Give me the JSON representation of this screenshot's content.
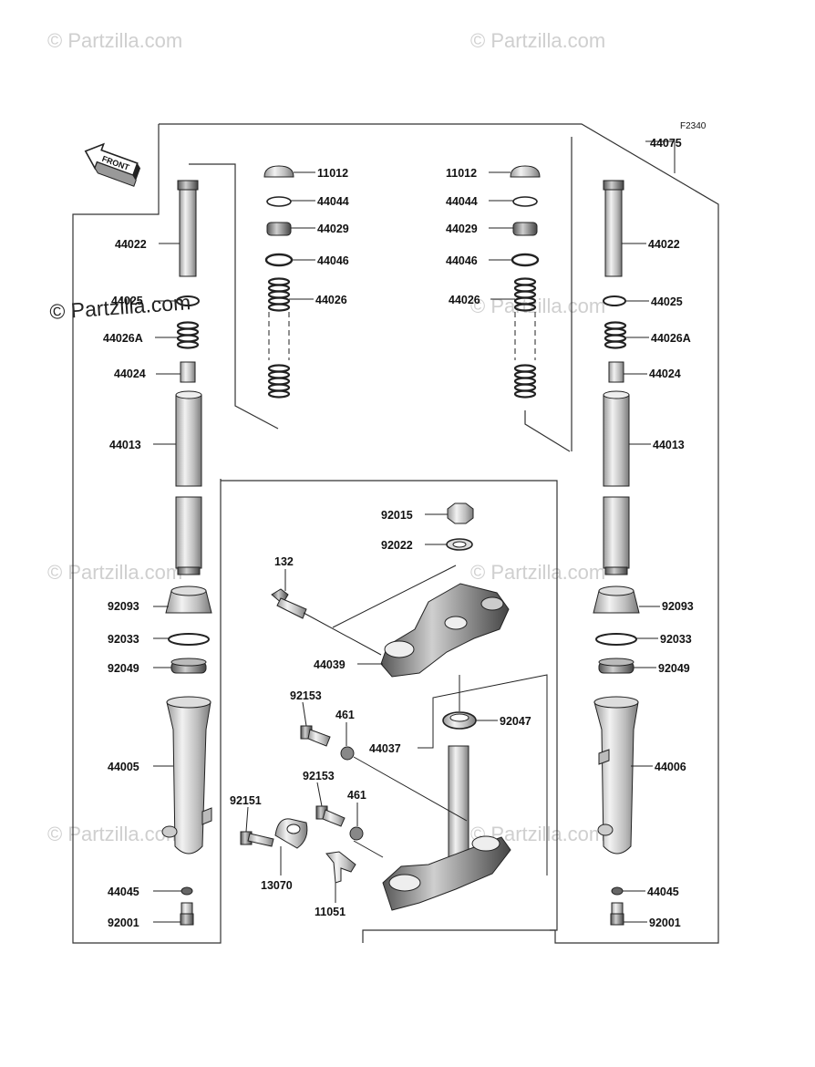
{
  "diagram": {
    "ref_code": "F2340",
    "front_label": "FRONT",
    "watermark": "© Partzilla.com",
    "labels": {
      "assembly": "44075",
      "left": [
        "44022",
        "44025",
        "44026A",
        "44024",
        "44013",
        "92093",
        "92033",
        "92049",
        "44005",
        "44045",
        "92001"
      ],
      "spring_left": [
        "11012",
        "44044",
        "44029",
        "44046",
        "44026"
      ],
      "spring_right": [
        "11012",
        "44044",
        "44029",
        "44046",
        "44026"
      ],
      "right": [
        "44022",
        "44025",
        "44026A",
        "44024",
        "44013",
        "92093",
        "92033",
        "92049",
        "44006",
        "44045",
        "92001"
      ],
      "center": [
        "92015",
        "92022",
        "132",
        "44039",
        "92153",
        "461",
        "44037",
        "92047",
        "92153",
        "461",
        "92151",
        "13070",
        "11051"
      ]
    }
  }
}
